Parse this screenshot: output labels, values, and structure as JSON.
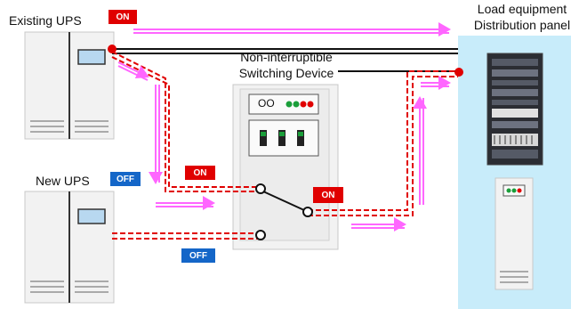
{
  "labels": {
    "existing_ups": "Existing UPS",
    "new_ups": "New UPS",
    "load_line1": "Load equipment",
    "load_line2": "Distribution panel",
    "switch_line1": "Non-interruptible",
    "switch_line2": "Switching Device"
  },
  "badges": {
    "existing_ups_state": "ON",
    "new_ups_state": "OFF",
    "switch_input_top": "ON",
    "switch_output": "ON",
    "switch_input_bottom": "OFF"
  },
  "switch_panel": {
    "indicator_text": "OO"
  },
  "colors": {
    "on": "#e00000",
    "off": "#1466c8",
    "power_line": "#e00000",
    "flow_arrow": "#ff66ff",
    "load_panel_bg": "#c8ecfa",
    "cabinet_bg": "#f0f0f0"
  }
}
